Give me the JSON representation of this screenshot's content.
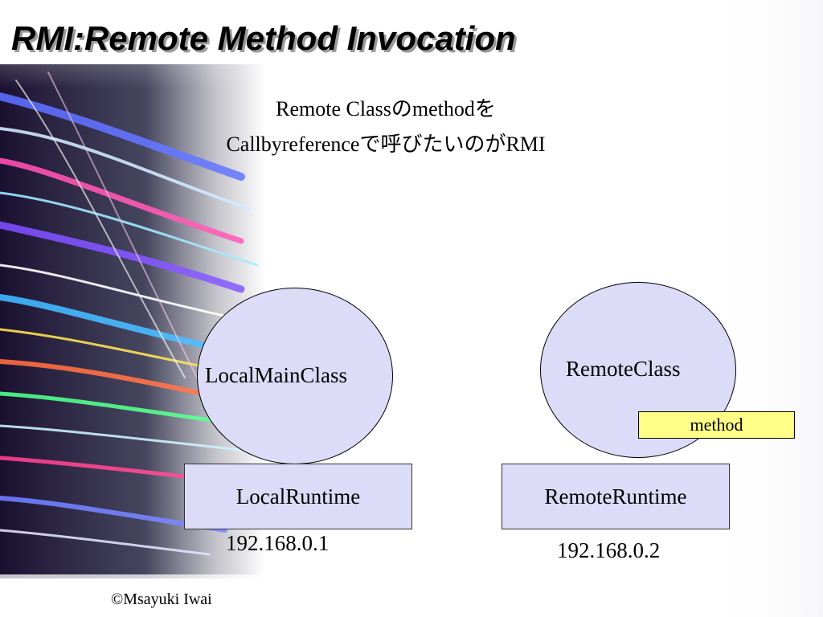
{
  "slide": {
    "title": "RMI:Remote Method Invocation",
    "subtitle_line1": "Remote Classのmethodを",
    "subtitle_line2": "Callbyreferenceで呼びたいのがRMI",
    "copyright": "©Msayuki Iwai"
  },
  "diagram": {
    "local": {
      "class_label": "LocalMainClass",
      "runtime_label": "LocalRuntime",
      "ip": "192.168.0.1"
    },
    "remote": {
      "class_label": "RemoteClass",
      "method_label": "method",
      "runtime_label": "RemoteRuntime",
      "ip": "192.168.0.2"
    }
  },
  "colors": {
    "node_fill": "#dcdcf8",
    "method_fill": "#ffff88",
    "title_shadow": "#9a9a9a"
  }
}
